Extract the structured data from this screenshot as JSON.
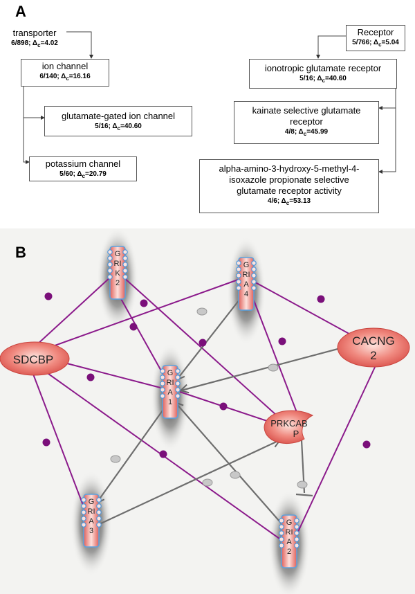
{
  "panel_a": {
    "letter": "A",
    "transporter": {
      "title": "transporter",
      "stat": "6/898; Δ",
      "sub": "c",
      "val": "=4.02"
    },
    "ion_channel": {
      "title": "ion channel",
      "stat": "6/140; Δ",
      "sub": "c",
      "val": "=16.16"
    },
    "glutamate_gated": {
      "title": "glutamate-gated ion channel",
      "stat": "5/16; Δ",
      "sub": "c",
      "val": "=40.60"
    },
    "potassium": {
      "title": "potassium channel",
      "stat": "5/60; Δ",
      "sub": "c",
      "val": "=20.79"
    },
    "receptor": {
      "title": "Receptor",
      "stat": "5/766; Δ",
      "sub": "c",
      "val": "=5.04"
    },
    "ionotropic": {
      "title": "ionotropic glutamate receptor",
      "stat": "5/16; Δ",
      "sub": "c",
      "val": "=40.60"
    },
    "kainate": {
      "title1": "kainate selective glutamate",
      "title2": "receptor",
      "stat": "4/8; Δ",
      "sub": "c",
      "val": "=45.99"
    },
    "ampa": {
      "title1": "alpha-amino-3-hydroxy-5-methyl-4-",
      "title2": "isoxazole propionate selective",
      "title3": "glutamate receptor activity",
      "stat": "4/6; Δ",
      "sub": "c",
      "val": "=53.13"
    }
  },
  "panel_b": {
    "letter": "B",
    "nodes": {
      "grik2": [
        "G",
        "RI",
        "K",
        "2"
      ],
      "gria4": [
        "G",
        "RI",
        "A",
        "4"
      ],
      "gria1": [
        "G",
        "RI",
        "A",
        "1"
      ],
      "gria3": [
        "G",
        "RI",
        "A",
        "3"
      ],
      "gria2": [
        "G",
        "RI",
        "A",
        "2"
      ],
      "sdcbp": "SDCBP",
      "cacng2_1": "CACNG",
      "cacng2_2": "2",
      "prkcabp_1": "PRKCAB",
      "prkcabp_2": "P"
    },
    "colors": {
      "purple": "#8b1a8b",
      "gray": "#6e6e6e",
      "node_red": "#e8706a",
      "node_light": "#fbd3cc",
      "bead_purple": "#7a0f7a",
      "bead_gray": "#c8c8c8"
    }
  }
}
